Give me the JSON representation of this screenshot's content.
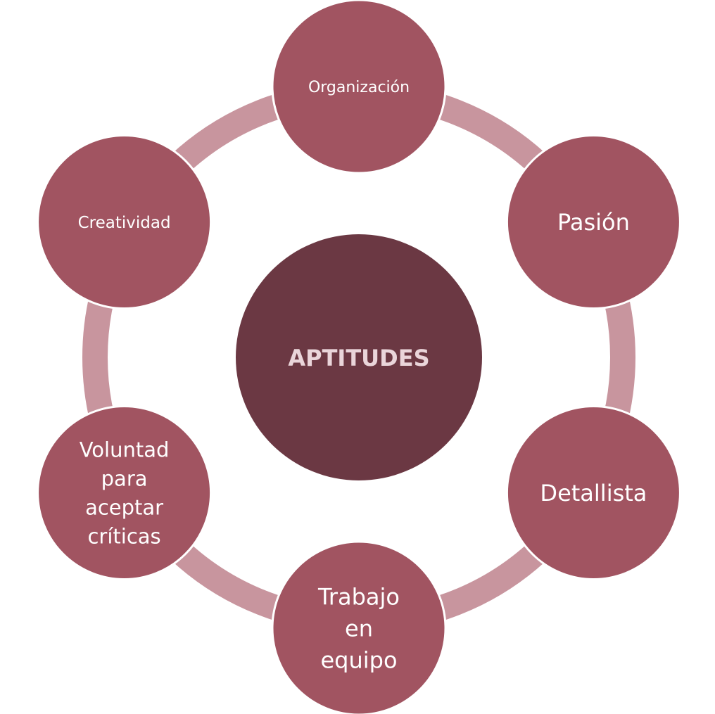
{
  "diagram": {
    "center": {
      "label": "APTITUDES"
    },
    "nodes": [
      {
        "id": "organizacion",
        "lines": [
          "Organización"
        ]
      },
      {
        "id": "pasion",
        "lines": [
          "Pasión"
        ]
      },
      {
        "id": "detallista",
        "lines": [
          "Detallista"
        ]
      },
      {
        "id": "trabajo-en-equipo",
        "lines": [
          "Trabajo",
          "en",
          "equipo"
        ]
      },
      {
        "id": "voluntad",
        "lines": [
          "Voluntad",
          "para",
          "aceptar",
          "críticas"
        ]
      },
      {
        "id": "creatividad",
        "lines": [
          "Creatividad"
        ]
      }
    ]
  },
  "colors": {
    "center_fill": "#6b3843",
    "center_text": "#ead5da",
    "node_fill": "#a15461",
    "node_text": "#ffffff",
    "ring": "#c8959e",
    "node_border": "#ffffff"
  }
}
